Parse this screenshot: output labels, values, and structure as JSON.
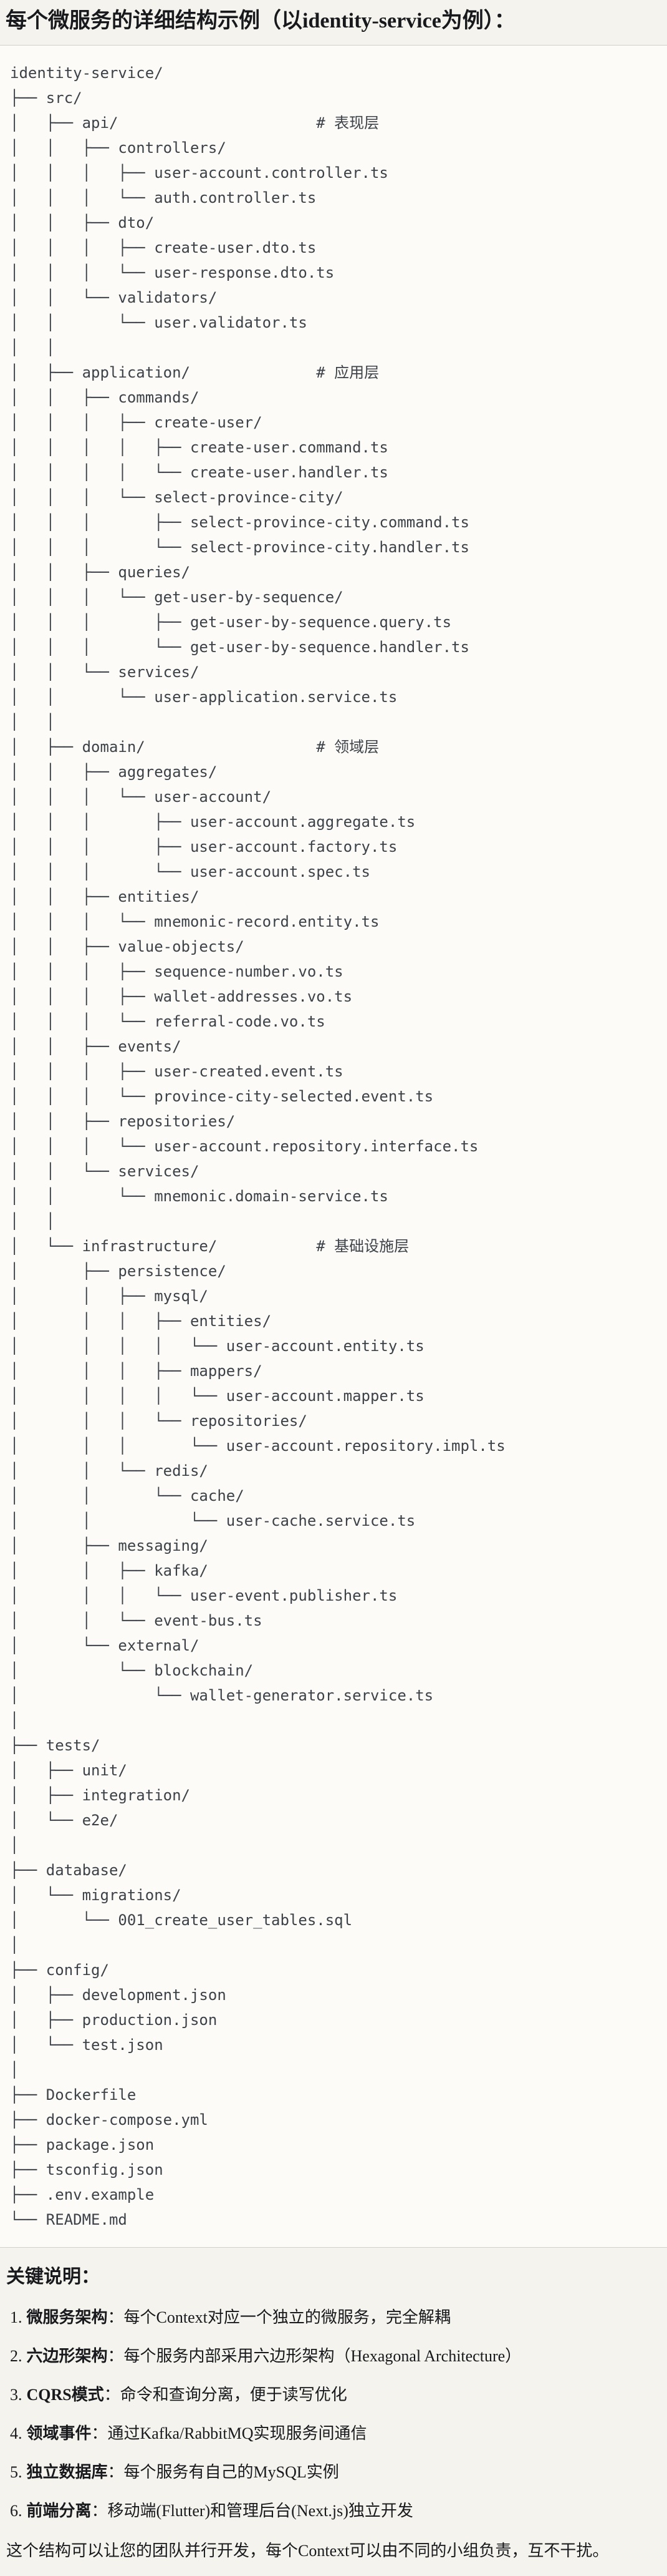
{
  "page": {
    "title": "每个微服务的详细结构示例（以identity-service为例）："
  },
  "file_tree": {
    "lines": [
      "identity-service/",
      "├── src/",
      "│   ├── api/                      # 表现层",
      "│   │   ├── controllers/",
      "│   │   │   ├── user-account.controller.ts",
      "│   │   │   └── auth.controller.ts",
      "│   │   ├── dto/",
      "│   │   │   ├── create-user.dto.ts",
      "│   │   │   └── user-response.dto.ts",
      "│   │   └── validators/",
      "│   │       └── user.validator.ts",
      "│   │",
      "│   ├── application/              # 应用层",
      "│   │   ├── commands/",
      "│   │   │   ├── create-user/",
      "│   │   │   │   ├── create-user.command.ts",
      "│   │   │   │   └── create-user.handler.ts",
      "│   │   │   └── select-province-city/",
      "│   │   │       ├── select-province-city.command.ts",
      "│   │   │       └── select-province-city.handler.ts",
      "│   │   ├── queries/",
      "│   │   │   └── get-user-by-sequence/",
      "│   │   │       ├── get-user-by-sequence.query.ts",
      "│   │   │       └── get-user-by-sequence.handler.ts",
      "│   │   └── services/",
      "│   │       └── user-application.service.ts",
      "│   │",
      "│   ├── domain/                   # 领域层",
      "│   │   ├── aggregates/",
      "│   │   │   └── user-account/",
      "│   │   │       ├── user-account.aggregate.ts",
      "│   │   │       ├── user-account.factory.ts",
      "│   │   │       └── user-account.spec.ts",
      "│   │   ├── entities/",
      "│   │   │   └── mnemonic-record.entity.ts",
      "│   │   ├── value-objects/",
      "│   │   │   ├── sequence-number.vo.ts",
      "│   │   │   ├── wallet-addresses.vo.ts",
      "│   │   │   └── referral-code.vo.ts",
      "│   │   ├── events/",
      "│   │   │   ├── user-created.event.ts",
      "│   │   │   └── province-city-selected.event.ts",
      "│   │   ├── repositories/",
      "│   │   │   └── user-account.repository.interface.ts",
      "│   │   └── services/",
      "│   │       └── mnemonic.domain-service.ts",
      "│   │",
      "│   └── infrastructure/           # 基础设施层",
      "│       ├── persistence/",
      "│       │   ├── mysql/",
      "│       │   │   ├── entities/",
      "│       │   │   │   └── user-account.entity.ts",
      "│       │   │   ├── mappers/",
      "│       │   │   │   └── user-account.mapper.ts",
      "│       │   │   └── repositories/",
      "│       │   │       └── user-account.repository.impl.ts",
      "│       │   └── redis/",
      "│       │       └── cache/",
      "│       │           └── user-cache.service.ts",
      "│       ├── messaging/",
      "│       │   ├── kafka/",
      "│       │   │   └── user-event.publisher.ts",
      "│       │   └── event-bus.ts",
      "│       └── external/",
      "│           └── blockchain/",
      "│               └── wallet-generator.service.ts",
      "│",
      "├── tests/",
      "│   ├── unit/",
      "│   ├── integration/",
      "│   └── e2e/",
      "│",
      "├── database/",
      "│   └── migrations/",
      "│       └── 001_create_user_tables.sql",
      "│",
      "├── config/",
      "│   ├── development.json",
      "│   ├── production.json",
      "│   └── test.json",
      "│",
      "├── Dockerfile",
      "├── docker-compose.yml",
      "├── package.json",
      "├── tsconfig.json",
      "├── .env.example",
      "└── README.md"
    ]
  },
  "notes": {
    "heading": "关键说明：",
    "items": [
      {
        "num": "1.",
        "term": "微服务架构",
        "sep": "：",
        "desc": "每个Context对应一个独立的微服务，完全解耦"
      },
      {
        "num": "2.",
        "term": "六边形架构",
        "sep": "：",
        "desc": "每个服务内部采用六边形架构（Hexagonal Architecture）"
      },
      {
        "num": "3.",
        "term": "CQRS模式",
        "sep": "：",
        "desc": "命令和查询分离，便于读写优化"
      },
      {
        "num": "4.",
        "term": "领域事件",
        "sep": "：",
        "desc": "通过Kafka/RabbitMQ实现服务间通信"
      },
      {
        "num": "5.",
        "term": "独立数据库",
        "sep": "：",
        "desc": "每个服务有自己的MySQL实例"
      },
      {
        "num": "6.",
        "term": "前端分离",
        "sep": "：",
        "desc": "移动端(Flutter)和管理后台(Next.js)独立开发"
      }
    ],
    "footer": "这个结构可以让您的团队并行开发，每个Context可以由不同的小组负责，互不干扰。"
  },
  "colors": {
    "page_bg": "#f5f3ed",
    "code_bg": "#fcfbf8",
    "code_border": "#d3d0c9",
    "tree_text": "#3c4248",
    "body_text": "#17191c"
  }
}
